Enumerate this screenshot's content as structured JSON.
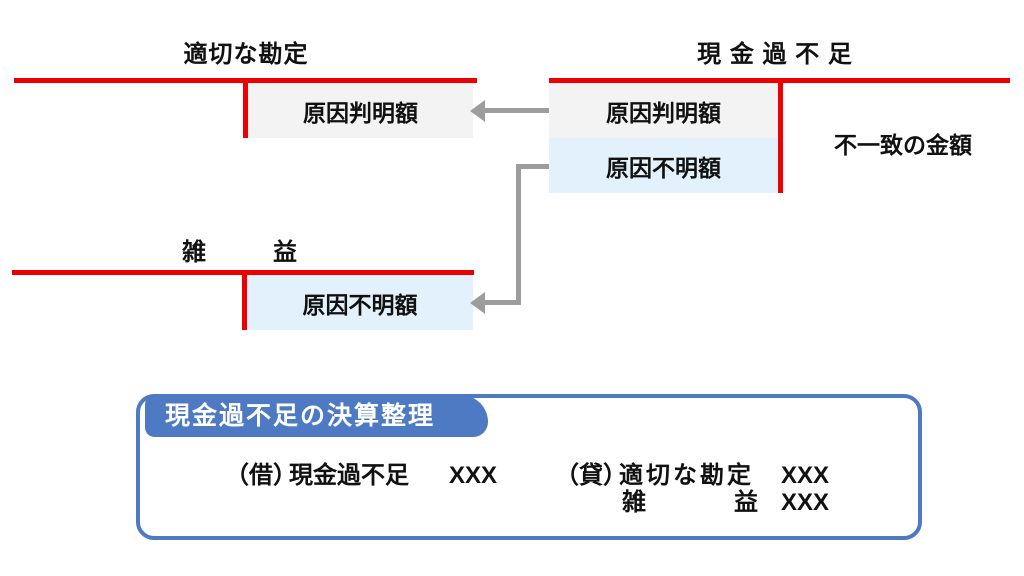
{
  "diagram": {
    "accounts": {
      "appropriate": {
        "title": "適切な勘定",
        "credit_entry": "原因判明額"
      },
      "cash_over_short": {
        "title": "現 金 過 不 足",
        "debit_entry_known": "原因判明額",
        "debit_entry_unknown": "原因不明額",
        "annotation": "不一致の金額"
      },
      "misc_gain": {
        "title_char1": "雑",
        "title_char2": "益",
        "credit_entry": "原因不明額"
      }
    },
    "journal_box": {
      "heading": "現金過不足の決算整理",
      "line1": {
        "debit_label": "（借）",
        "debit_account": "現金過不足",
        "debit_amount": "XXX",
        "credit_label": "（貸）",
        "credit_account": "適切な勘定",
        "credit_amount": "XXX"
      },
      "line2": {
        "account_char1": "雑",
        "account_char2": "益",
        "amount": "XXX"
      }
    },
    "colors": {
      "account_line_red": "#ee0000",
      "box_gray": "#f3f3f3",
      "box_light_blue": "#e2f1fb",
      "accent_blue": "#4d7ac2",
      "arrow_gray": "#9d9d9d"
    }
  }
}
